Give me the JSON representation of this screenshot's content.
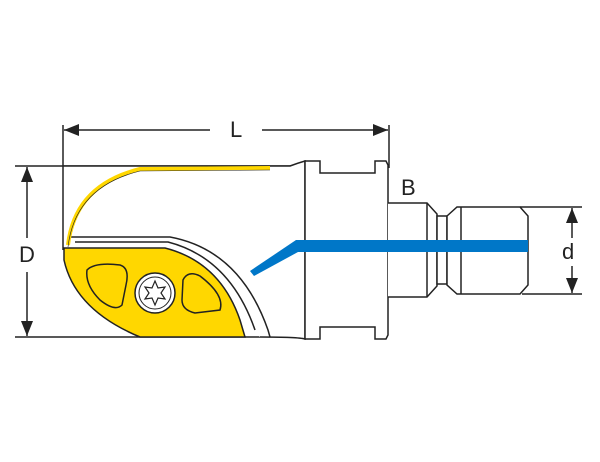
{
  "labels": {
    "length": "L",
    "diameter": "D",
    "flange_width": "B",
    "shank_diameter": "d"
  },
  "colors": {
    "insert": "#FFD700",
    "coolant": "#0077C8",
    "outline": "#222222"
  }
}
